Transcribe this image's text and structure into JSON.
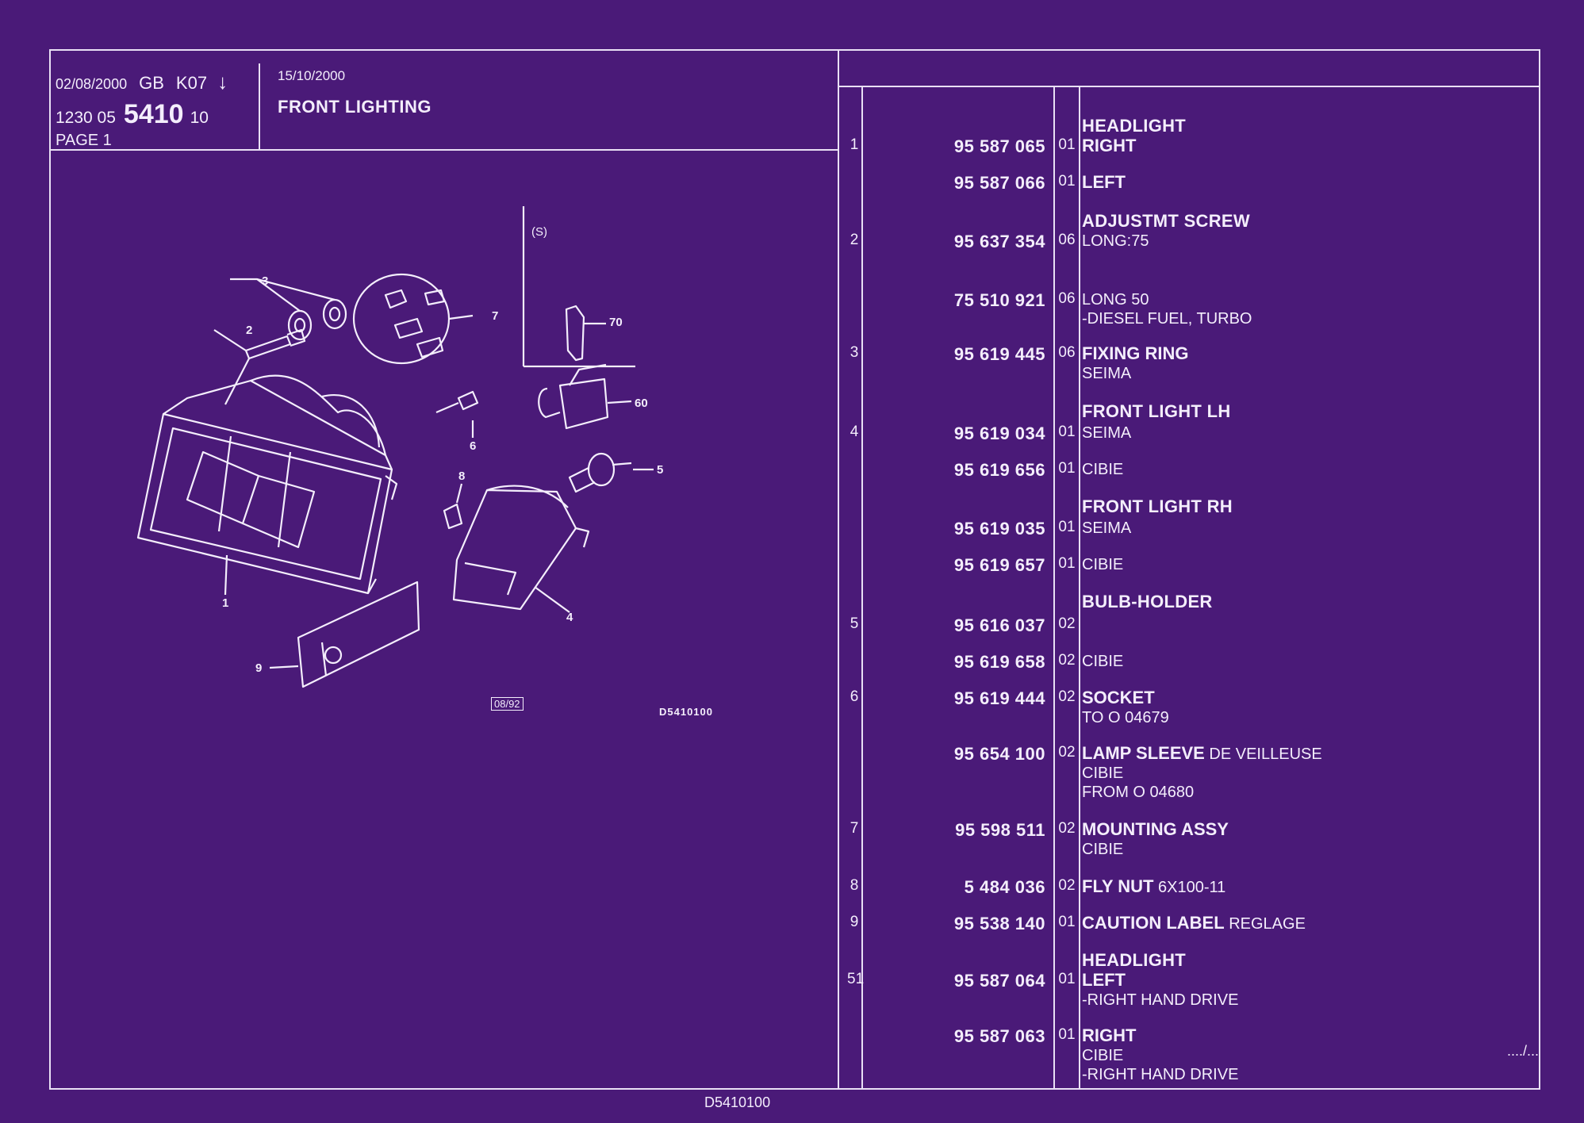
{
  "header": {
    "date_issued": "02/08/2000",
    "market": "GB",
    "model_code": "K07",
    "arrow": "↓",
    "line2_prefix": "1230 05",
    "group_number": "5410",
    "line2_suffix": "10",
    "page": "PAGE 1",
    "revision_date": "15/10/2000",
    "section_title": "FRONT LIGHTING"
  },
  "diagram": {
    "inset_label": "(S)",
    "date_stamp": "08/92",
    "code_small": "D5410100",
    "code_bottom": "D5410100",
    "callouts": [
      "1",
      "2",
      "3",
      "4",
      "5",
      "6",
      "7",
      "8",
      "9",
      "60",
      "70"
    ]
  },
  "headings": [
    "HEADLIGHT",
    "ADJUSTMT SCREW",
    "FRONT LIGHT LH",
    "FRONT LIGHT RH",
    "BULB-HOLDER",
    "HEADLIGHT"
  ],
  "parts": [
    {
      "ref": "1",
      "pn": "95 587 065",
      "qty": "01",
      "bold": "RIGHT",
      "text": "",
      "lines": []
    },
    {
      "ref": "",
      "pn": "95 587 066",
      "qty": "01",
      "bold": "LEFT",
      "text": "",
      "lines": []
    },
    {
      "ref": "2",
      "pn": "95 637 354",
      "qty": "06",
      "bold": "",
      "text": "LONG:75",
      "lines": []
    },
    {
      "ref": "",
      "pn": "75 510 921",
      "qty": "06",
      "bold": "",
      "text": "LONG 50",
      "lines": [
        "-DIESEL FUEL, TURBO"
      ]
    },
    {
      "ref": "3",
      "pn": "95 619 445",
      "qty": "06",
      "bold": "FIXING RING",
      "text": "",
      "lines": [
        "SEIMA"
      ]
    },
    {
      "ref": "4",
      "pn": "95 619 034",
      "qty": "01",
      "bold": "",
      "text": "SEIMA",
      "lines": []
    },
    {
      "ref": "",
      "pn": "95 619 656",
      "qty": "01",
      "bold": "",
      "text": "CIBIE",
      "lines": []
    },
    {
      "ref": "",
      "pn": "95 619 035",
      "qty": "01",
      "bold": "",
      "text": "SEIMA",
      "lines": []
    },
    {
      "ref": "",
      "pn": "95 619 657",
      "qty": "01",
      "bold": "",
      "text": "CIBIE",
      "lines": []
    },
    {
      "ref": "5",
      "pn": "95 616 037",
      "qty": "02",
      "bold": "",
      "text": "",
      "lines": []
    },
    {
      "ref": "",
      "pn": "95 619 658",
      "qty": "02",
      "bold": "",
      "text": "CIBIE",
      "lines": []
    },
    {
      "ref": "6",
      "pn": "95 619 444",
      "qty": "02",
      "bold": "SOCKET",
      "text": "",
      "lines": [
        "TO  O  04679"
      ]
    },
    {
      "ref": "",
      "pn": "95 654 100",
      "qty": "02",
      "bold": "LAMP SLEEVE",
      "text": " DE VEILLEUSE",
      "lines": [
        "CIBIE",
        "FROM  O  04680"
      ]
    },
    {
      "ref": "7",
      "pn": "95 598 511",
      "qty": "02",
      "bold": "MOUNTING ASSY",
      "text": "",
      "lines": [
        "CIBIE"
      ]
    },
    {
      "ref": "8",
      "pn": "5 484 036",
      "qty": "02",
      "bold": "FLY NUT",
      "text": " 6X100-11",
      "lines": []
    },
    {
      "ref": "9",
      "pn": "95 538 140",
      "qty": "01",
      "bold": "CAUTION LABEL",
      "text": " REGLAGE",
      "lines": []
    },
    {
      "ref": "51",
      "pn": "95 587 064",
      "qty": "01",
      "bold": "LEFT",
      "text": "",
      "lines": [
        "-RIGHT HAND DRIVE"
      ]
    },
    {
      "ref": "",
      "pn": "95 587 063",
      "qty": "01",
      "bold": "RIGHT",
      "text": "",
      "lines": [
        "CIBIE",
        "-RIGHT HAND DRIVE"
      ]
    }
  ],
  "continuation": "..../..."
}
